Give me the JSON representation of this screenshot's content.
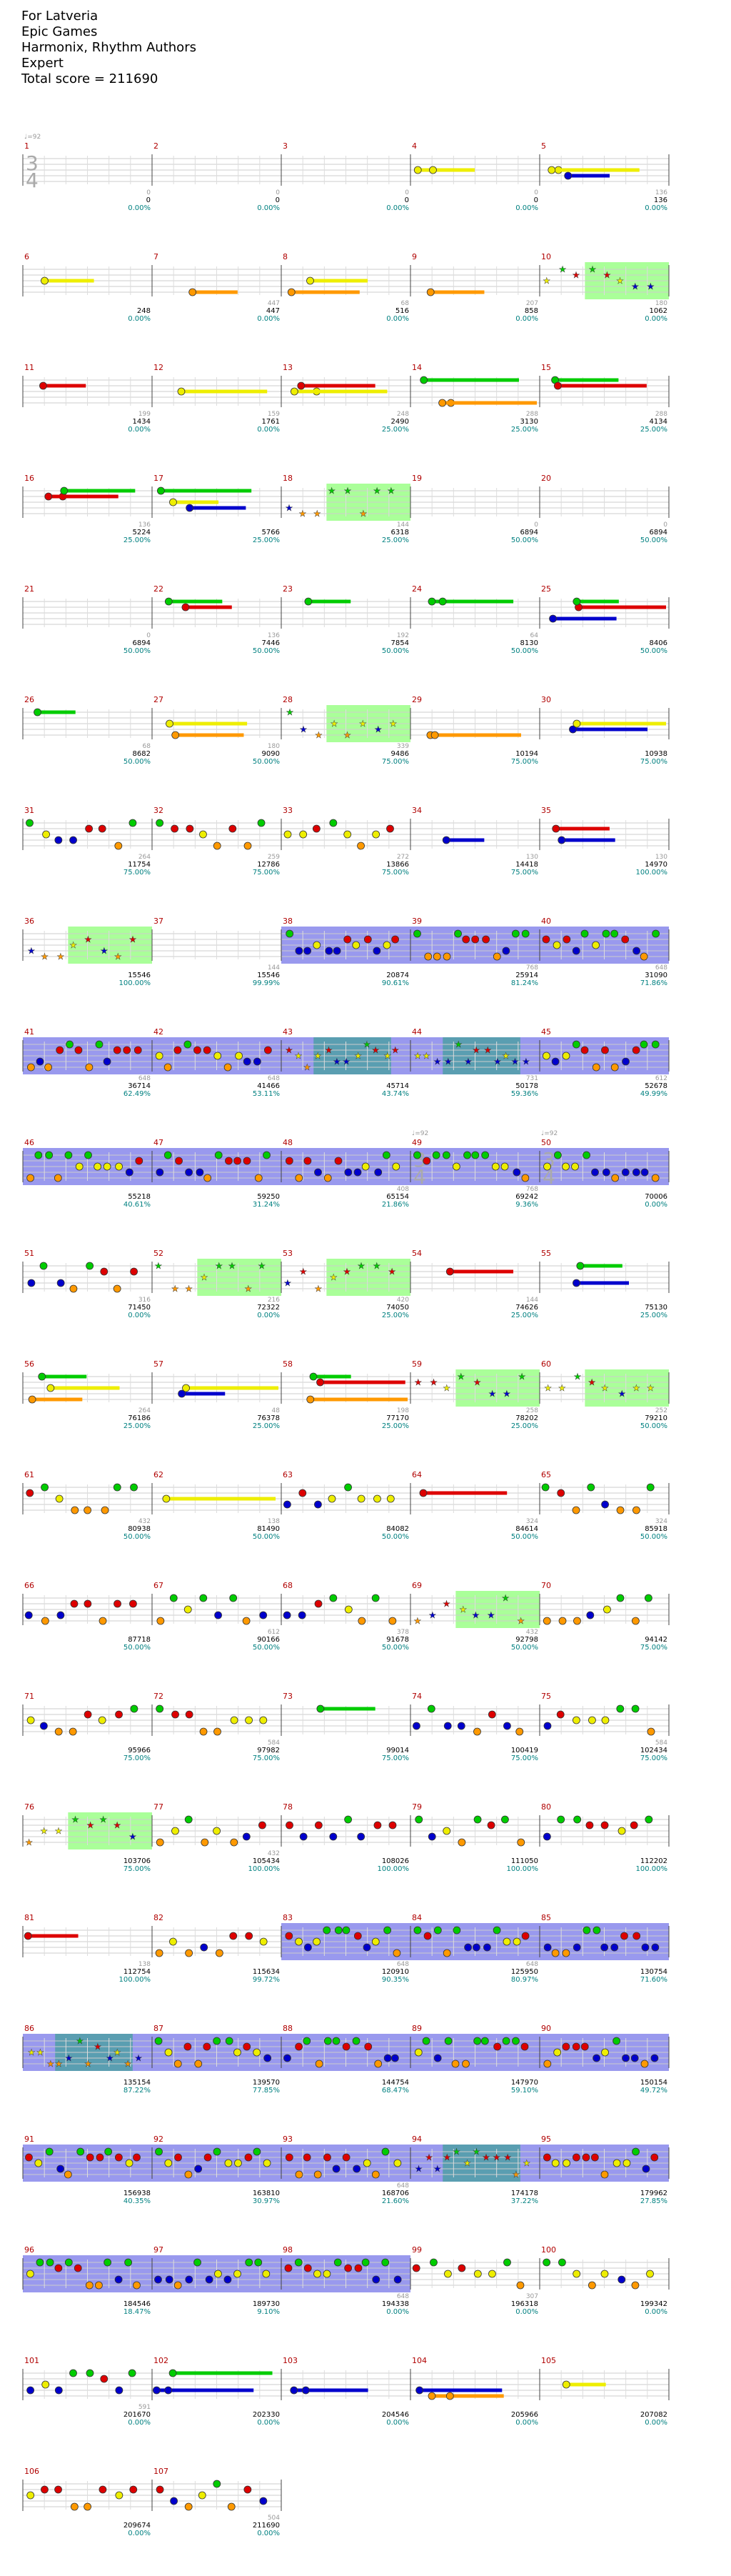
{
  "header": {
    "song": "For Latveria",
    "artist": "Epic Games",
    "charter": "Harmonix, Rhythm Authors",
    "difficulty": "Expert",
    "total_score": "Total score = 211690"
  },
  "tempo_marks": [
    {
      "measure": 1,
      "label": "♩=92"
    },
    {
      "measure": 49,
      "label": "♩=92"
    },
    {
      "measure": 50,
      "label": "♩=92"
    }
  ],
  "time_signatures": [
    {
      "measure": 1,
      "top": "3",
      "bottom": "4"
    },
    {
      "measure": 49,
      "top": "3",
      "bottom": "4"
    },
    {
      "measure": 50,
      "top": "3",
      "bottom": "4"
    }
  ],
  "colors": {
    "green": "#00cc00",
    "red": "#dd0000",
    "yellow": "#eeee00",
    "blue": "#0000cc",
    "orange": "#ff9900",
    "overdrive": "#aaff99",
    "solo": "#9999ee",
    "measure_number": "#b00000",
    "percent": "#008080"
  },
  "measures": [
    {
      "n": "1",
      "streak": "0",
      "score": "0",
      "pct": "0.00%",
      "kind": "empty"
    },
    {
      "n": "2",
      "streak": "0",
      "score": "0",
      "pct": "0.00%",
      "kind": "empty"
    },
    {
      "n": "3",
      "streak": "0",
      "score": "0",
      "pct": "0.00%",
      "kind": "empty"
    },
    {
      "n": "4",
      "streak": "0",
      "score": "0",
      "pct": "0.00%",
      "kind": "sustain"
    },
    {
      "n": "5",
      "streak": "136",
      "score": "136",
      "pct": "0.00%",
      "kind": "sustain"
    },
    {
      "n": "6",
      "streak": "",
      "score": "248",
      "pct": "0.00%",
      "kind": "sustain"
    },
    {
      "n": "7",
      "streak": "447",
      "score": "447",
      "pct": "0.00%",
      "kind": "sustain"
    },
    {
      "n": "8",
      "streak": "68",
      "score": "516",
      "pct": "0.00%",
      "kind": "sustain"
    },
    {
      "n": "9",
      "streak": "207",
      "score": "858",
      "pct": "0.00%",
      "kind": "sustain"
    },
    {
      "n": "10",
      "streak": "180",
      "score": "1062",
      "pct": "0.00%",
      "kind": "od"
    },
    {
      "n": "11",
      "streak": "199",
      "score": "1434",
      "pct": "0.00%",
      "kind": "sustain"
    },
    {
      "n": "12",
      "streak": "159",
      "score": "1761",
      "pct": "0.00%",
      "kind": "sustain"
    },
    {
      "n": "13",
      "streak": "248",
      "score": "2490",
      "pct": "25.00%",
      "kind": "sustain"
    },
    {
      "n": "14",
      "streak": "288",
      "score": "3130",
      "pct": "25.00%",
      "kind": "sustain"
    },
    {
      "n": "15",
      "streak": "288",
      "score": "4134",
      "pct": "25.00%",
      "kind": "sustain"
    },
    {
      "n": "16",
      "streak": "136",
      "score": "5224",
      "pct": "25.00%",
      "kind": "sustain"
    },
    {
      "n": "17",
      "streak": "",
      "score": "5766",
      "pct": "25.00%",
      "kind": "sustain"
    },
    {
      "n": "18",
      "streak": "144",
      "score": "6318",
      "pct": "25.00%",
      "kind": "od"
    },
    {
      "n": "19",
      "streak": "0",
      "score": "6894",
      "pct": "50.00%",
      "kind": "empty"
    },
    {
      "n": "20",
      "streak": "0",
      "score": "6894",
      "pct": "50.00%",
      "kind": "empty"
    },
    {
      "n": "21",
      "streak": "0",
      "score": "6894",
      "pct": "50.00%",
      "kind": "empty"
    },
    {
      "n": "22",
      "streak": "136",
      "score": "7446",
      "pct": "50.00%",
      "kind": "sustain"
    },
    {
      "n": "23",
      "streak": "192",
      "score": "7854",
      "pct": "50.00%",
      "kind": "sustain"
    },
    {
      "n": "24",
      "streak": "64",
      "score": "8130",
      "pct": "50.00%",
      "kind": "sustain"
    },
    {
      "n": "25",
      "streak": "",
      "score": "8406",
      "pct": "50.00%",
      "kind": "sustain"
    },
    {
      "n": "26",
      "streak": "68",
      "score": "8682",
      "pct": "50.00%",
      "kind": "sustain"
    },
    {
      "n": "27",
      "streak": "180",
      "score": "9090",
      "pct": "50.00%",
      "kind": "sustain"
    },
    {
      "n": "28",
      "streak": "339",
      "score": "9486",
      "pct": "75.00%",
      "kind": "od"
    },
    {
      "n": "29",
      "streak": "",
      "score": "10194",
      "pct": "75.00%",
      "kind": "sustain"
    },
    {
      "n": "30",
      "streak": "",
      "score": "10938",
      "pct": "75.00%",
      "kind": "sustain"
    },
    {
      "n": "31",
      "streak": "264",
      "score": "11754",
      "pct": "75.00%",
      "kind": "notes"
    },
    {
      "n": "32",
      "streak": "259",
      "score": "12786",
      "pct": "75.00%",
      "kind": "notes"
    },
    {
      "n": "33",
      "streak": "272",
      "score": "13866",
      "pct": "75.00%",
      "kind": "notes"
    },
    {
      "n": "34",
      "streak": "130",
      "score": "14418",
      "pct": "75.00%",
      "kind": "sustain"
    },
    {
      "n": "35",
      "streak": "130",
      "score": "14970",
      "pct": "100.00%",
      "kind": "sustain"
    },
    {
      "n": "36",
      "streak": "",
      "score": "15546",
      "pct": "100.00%",
      "kind": "od"
    },
    {
      "n": "37",
      "streak": "144",
      "score": "15546",
      "pct": "99.99%",
      "kind": "empty"
    },
    {
      "n": "38",
      "streak": "",
      "score": "20874",
      "pct": "90.61%",
      "kind": "solo"
    },
    {
      "n": "39",
      "streak": "768",
      "score": "25914",
      "pct": "81.24%",
      "kind": "solo"
    },
    {
      "n": "40",
      "streak": "648",
      "score": "31090",
      "pct": "71.86%",
      "kind": "solo"
    },
    {
      "n": "41",
      "streak": "648",
      "score": "36714",
      "pct": "62.49%",
      "kind": "solo"
    },
    {
      "n": "42",
      "streak": "648",
      "score": "41466",
      "pct": "53.11%",
      "kind": "solo"
    },
    {
      "n": "43",
      "streak": "",
      "score": "45714",
      "pct": "43.74%",
      "kind": "solo-od"
    },
    {
      "n": "44",
      "streak": "731",
      "score": "50178",
      "pct": "59.36%",
      "kind": "solo-od"
    },
    {
      "n": "45",
      "streak": "612",
      "score": "52678",
      "pct": "49.99%",
      "kind": "solo"
    },
    {
      "n": "46",
      "streak": "",
      "score": "55218",
      "pct": "40.61%",
      "kind": "solo"
    },
    {
      "n": "47",
      "streak": "",
      "score": "59250",
      "pct": "31.24%",
      "kind": "solo"
    },
    {
      "n": "48",
      "streak": "408",
      "score": "65154",
      "pct": "21.86%",
      "kind": "solo"
    },
    {
      "n": "49",
      "streak": "768",
      "score": "69242",
      "pct": "9.36%",
      "kind": "solo"
    },
    {
      "n": "50",
      "streak": "",
      "score": "70006",
      "pct": "0.00%",
      "kind": "solo"
    },
    {
      "n": "51",
      "streak": "316",
      "score": "71450",
      "pct": "0.00%",
      "kind": "notes"
    },
    {
      "n": "52",
      "streak": "216",
      "score": "72322",
      "pct": "0.00%",
      "kind": "od"
    },
    {
      "n": "53",
      "streak": "420",
      "score": "74050",
      "pct": "25.00%",
      "kind": "od"
    },
    {
      "n": "54",
      "streak": "144",
      "score": "74626",
      "pct": "25.00%",
      "kind": "sustain"
    },
    {
      "n": "55",
      "streak": "",
      "score": "75130",
      "pct": "25.00%",
      "kind": "sustain"
    },
    {
      "n": "56",
      "streak": "264",
      "score": "76186",
      "pct": "25.00%",
      "kind": "sustain"
    },
    {
      "n": "57",
      "streak": "48",
      "score": "76378",
      "pct": "25.00%",
      "kind": "sustain"
    },
    {
      "n": "58",
      "streak": "198",
      "score": "77170",
      "pct": "25.00%",
      "kind": "sustain"
    },
    {
      "n": "59",
      "streak": "258",
      "score": "78202",
      "pct": "25.00%",
      "kind": "od"
    },
    {
      "n": "60",
      "streak": "252",
      "score": "79210",
      "pct": "50.00%",
      "kind": "od"
    },
    {
      "n": "61",
      "streak": "432",
      "score": "80938",
      "pct": "50.00%",
      "kind": "notes"
    },
    {
      "n": "62",
      "streak": "138",
      "score": "81490",
      "pct": "50.00%",
      "kind": "sustain"
    },
    {
      "n": "63",
      "streak": "",
      "score": "84082",
      "pct": "50.00%",
      "kind": "notes"
    },
    {
      "n": "64",
      "streak": "324",
      "score": "84614",
      "pct": "50.00%",
      "kind": "sustain"
    },
    {
      "n": "65",
      "streak": "324",
      "score": "85918",
      "pct": "50.00%",
      "kind": "notes"
    },
    {
      "n": "66",
      "streak": "",
      "score": "87718",
      "pct": "50.00%",
      "kind": "notes"
    },
    {
      "n": "67",
      "streak": "612",
      "score": "90166",
      "pct": "50.00%",
      "kind": "notes"
    },
    {
      "n": "68",
      "streak": "378",
      "score": "91678",
      "pct": "50.00%",
      "kind": "notes"
    },
    {
      "n": "69",
      "streak": "432",
      "score": "92798",
      "pct": "50.00%",
      "kind": "od"
    },
    {
      "n": "70",
      "streak": "",
      "score": "94142",
      "pct": "75.00%",
      "kind": "notes"
    },
    {
      "n": "71",
      "streak": "",
      "score": "95966",
      "pct": "75.00%",
      "kind": "notes"
    },
    {
      "n": "72",
      "streak": "584",
      "score": "97982",
      "pct": "75.00%",
      "kind": "notes"
    },
    {
      "n": "73",
      "streak": "",
      "score": "99014",
      "pct": "75.00%",
      "kind": "sustain"
    },
    {
      "n": "74",
      "streak": "",
      "score": "100419",
      "pct": "75.00%",
      "kind": "notes"
    },
    {
      "n": "75",
      "streak": "584",
      "score": "102434",
      "pct": "75.00%",
      "kind": "notes"
    },
    {
      "n": "76",
      "streak": "",
      "score": "103706",
      "pct": "75.00%",
      "kind": "od"
    },
    {
      "n": "77",
      "streak": "432",
      "score": "105434",
      "pct": "100.00%",
      "kind": "notes"
    },
    {
      "n": "78",
      "streak": "",
      "score": "108026",
      "pct": "100.00%",
      "kind": "notes"
    },
    {
      "n": "79",
      "streak": "",
      "score": "111050",
      "pct": "100.00%",
      "kind": "notes"
    },
    {
      "n": "80",
      "streak": "",
      "score": "112202",
      "pct": "100.00%",
      "kind": "notes"
    },
    {
      "n": "81",
      "streak": "138",
      "score": "112754",
      "pct": "100.00%",
      "kind": "sustain"
    },
    {
      "n": "82",
      "streak": "",
      "score": "115634",
      "pct": "99.72%",
      "kind": "notes"
    },
    {
      "n": "83",
      "streak": "648",
      "score": "120910",
      "pct": "90.35%",
      "kind": "solo"
    },
    {
      "n": "84",
      "streak": "648",
      "score": "125950",
      "pct": "80.97%",
      "kind": "solo"
    },
    {
      "n": "85",
      "streak": "",
      "score": "130754",
      "pct": "71.60%",
      "kind": "solo"
    },
    {
      "n": "86",
      "streak": "",
      "score": "135154",
      "pct": "87.22%",
      "kind": "solo-od"
    },
    {
      "n": "87",
      "streak": "",
      "score": "139570",
      "pct": "77.85%",
      "kind": "solo"
    },
    {
      "n": "88",
      "streak": "",
      "score": "144754",
      "pct": "68.47%",
      "kind": "solo"
    },
    {
      "n": "89",
      "streak": "",
      "score": "147970",
      "pct": "59.10%",
      "kind": "solo"
    },
    {
      "n": "90",
      "streak": "",
      "score": "150154",
      "pct": "49.72%",
      "kind": "solo"
    },
    {
      "n": "91",
      "streak": "",
      "score": "156938",
      "pct": "40.35%",
      "kind": "solo"
    },
    {
      "n": "92",
      "streak": "",
      "score": "163810",
      "pct": "30.97%",
      "kind": "solo"
    },
    {
      "n": "93",
      "streak": "648",
      "score": "168706",
      "pct": "21.60%",
      "kind": "solo"
    },
    {
      "n": "94",
      "streak": "",
      "score": "174178",
      "pct": "37.22%",
      "kind": "solo-od"
    },
    {
      "n": "95",
      "streak": "",
      "score": "179962",
      "pct": "27.85%",
      "kind": "solo"
    },
    {
      "n": "96",
      "streak": "",
      "score": "184546",
      "pct": "18.47%",
      "kind": "solo"
    },
    {
      "n": "97",
      "streak": "",
      "score": "189730",
      "pct": "9.10%",
      "kind": "solo"
    },
    {
      "n": "98",
      "streak": "648",
      "score": "194338",
      "pct": "0.00%",
      "kind": "solo"
    },
    {
      "n": "99",
      "streak": "307",
      "score": "196318",
      "pct": "0.00%",
      "kind": "notes"
    },
    {
      "n": "100",
      "streak": "",
      "score": "199342",
      "pct": "0.00%",
      "kind": "notes"
    },
    {
      "n": "101",
      "streak": "591",
      "score": "201670",
      "pct": "0.00%",
      "kind": "notes"
    },
    {
      "n": "102",
      "streak": "",
      "score": "202330",
      "pct": "0.00%",
      "kind": "sustain"
    },
    {
      "n": "103",
      "streak": "",
      "score": "204546",
      "pct": "0.00%",
      "kind": "sustain"
    },
    {
      "n": "104",
      "streak": "",
      "score": "205966",
      "pct": "0.00%",
      "kind": "sustain"
    },
    {
      "n": "105",
      "streak": "",
      "score": "207082",
      "pct": "0.00%",
      "kind": "sustain"
    },
    {
      "n": "106",
      "streak": "",
      "score": "209674",
      "pct": "0.00%",
      "kind": "notes"
    },
    {
      "n": "107",
      "streak": "504",
      "score": "211690",
      "pct": "0.00%",
      "kind": "notes"
    }
  ]
}
